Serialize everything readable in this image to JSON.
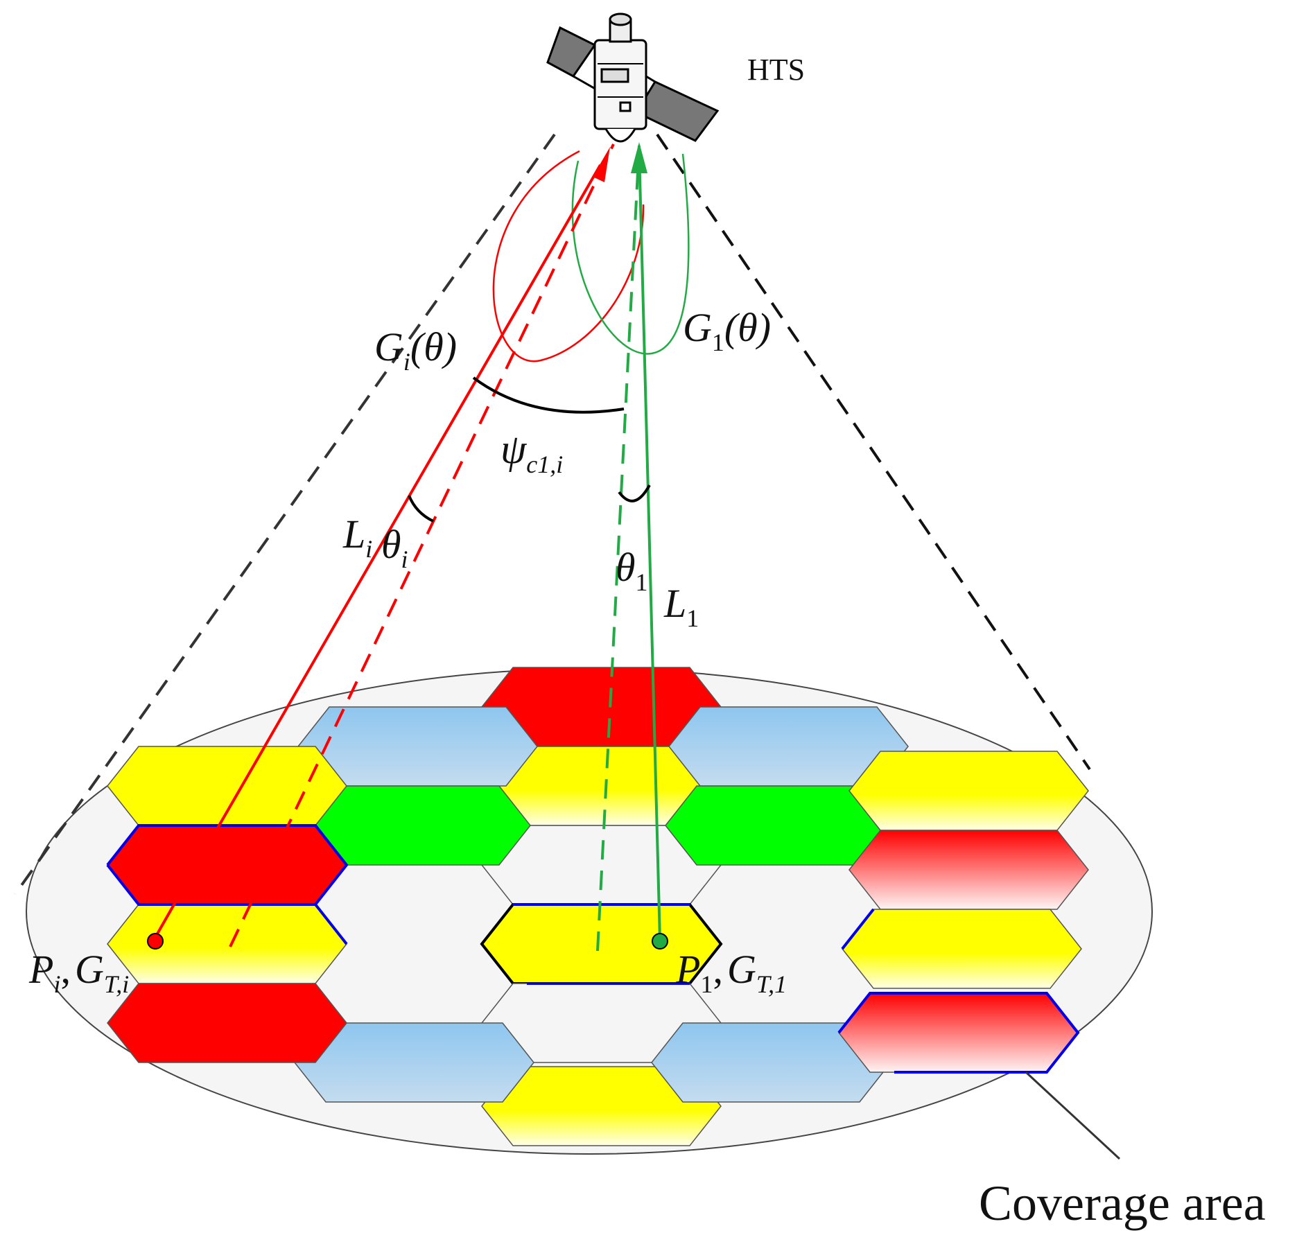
{
  "labels": {
    "satellite": "HTS",
    "coverage": "Coverage area"
  },
  "math": {
    "gi": {
      "base": "G",
      "sub": "i",
      "arg": "(θ)"
    },
    "g1": {
      "base": "G",
      "sub": "1",
      "arg": "(θ)"
    },
    "psi": {
      "base": "ψ",
      "sub": "c1,i"
    },
    "li": {
      "base": "L",
      "sub": "i"
    },
    "thetai": {
      "base": "θ",
      "sub": "i"
    },
    "theta1": {
      "base": "θ",
      "sub": "1"
    },
    "l1": {
      "base": "L",
      "sub": "1"
    },
    "pi": {
      "p": "P",
      "psub": "i",
      "sep": ",",
      "g": "G",
      "gsub": "T,i"
    },
    "p1": {
      "p": "P",
      "psub": "1",
      "sep": ",",
      "g": "G",
      "gsub": "T,1"
    }
  },
  "colors": {
    "red": "#ff0000",
    "yellow": "#ffff00",
    "green": "#00ff00",
    "blue": "#8ec6ef",
    "beam_red": "#ff0000",
    "beam_green": "#22aa44",
    "border_blue": "#0000ee"
  },
  "icons": {
    "satellite": "satellite-icon"
  }
}
